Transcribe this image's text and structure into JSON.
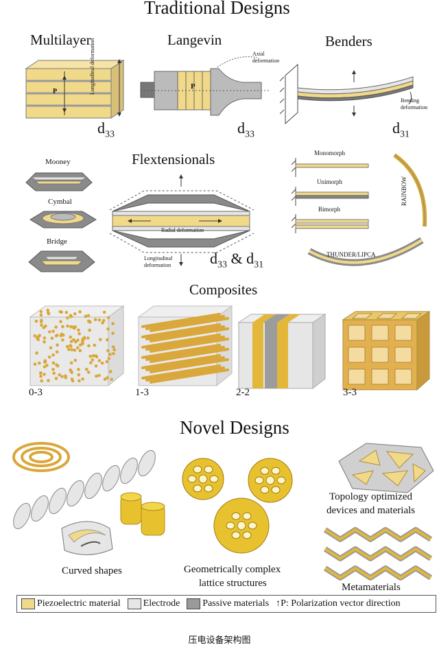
{
  "titles": {
    "traditional": "Traditional Designs",
    "novel": "Novel Designs",
    "composites": "Composites",
    "flextensionals": "Flextensionals"
  },
  "traditional": {
    "multilayer": {
      "title": "Multilayer",
      "coef_main": "d",
      "coef_sub": "33",
      "axis_label": "Longitudinal deformation",
      "pol": "P"
    },
    "langevin": {
      "title": "Langevin",
      "coef_main": "d",
      "coef_sub": "33",
      "annotation": "Axial deformation",
      "pol": "P"
    },
    "benders": {
      "title": "Benders",
      "coef_main": "d",
      "coef_sub": "31",
      "annotation": "Bending deformation",
      "types": [
        "Monomorph",
        "Unimorph",
        "Bimorph"
      ],
      "rainbow": "RAINBOW",
      "thunder": "THUNDER/LIPCA"
    },
    "flextensional": {
      "variants": [
        "Mooney",
        "Cymbal",
        "Bridge"
      ],
      "radial": "Radial deformation",
      "longitudinal": "Longitudinal deformation",
      "coef_a_main": "d",
      "coef_a_sub": "33",
      "amp": " & ",
      "coef_b_main": "d",
      "coef_b_sub": "31"
    }
  },
  "composites": {
    "types": [
      "0-3",
      "1-3",
      "2-2",
      "3-3"
    ]
  },
  "novel": {
    "curved": "Curved shapes",
    "lattice_line1": "Geometrically complex",
    "lattice_line2": "lattice structures",
    "topology_line1": "Topology optimized",
    "topology_line2": "devices and materials",
    "meta": "Metamaterials"
  },
  "legend": {
    "piezo": "Piezoelectric material",
    "electrode": "Electrode",
    "passive": "Passive materials",
    "polarization": "↑P: Polarization vector direction"
  },
  "caption": "压电设备架构图",
  "colors": {
    "piezo": "#f1d98a",
    "gold": "#e3b73a",
    "electrode": "#e6e6e6",
    "passive": "#9a9a9a",
    "dark": "#5a5a5a"
  }
}
